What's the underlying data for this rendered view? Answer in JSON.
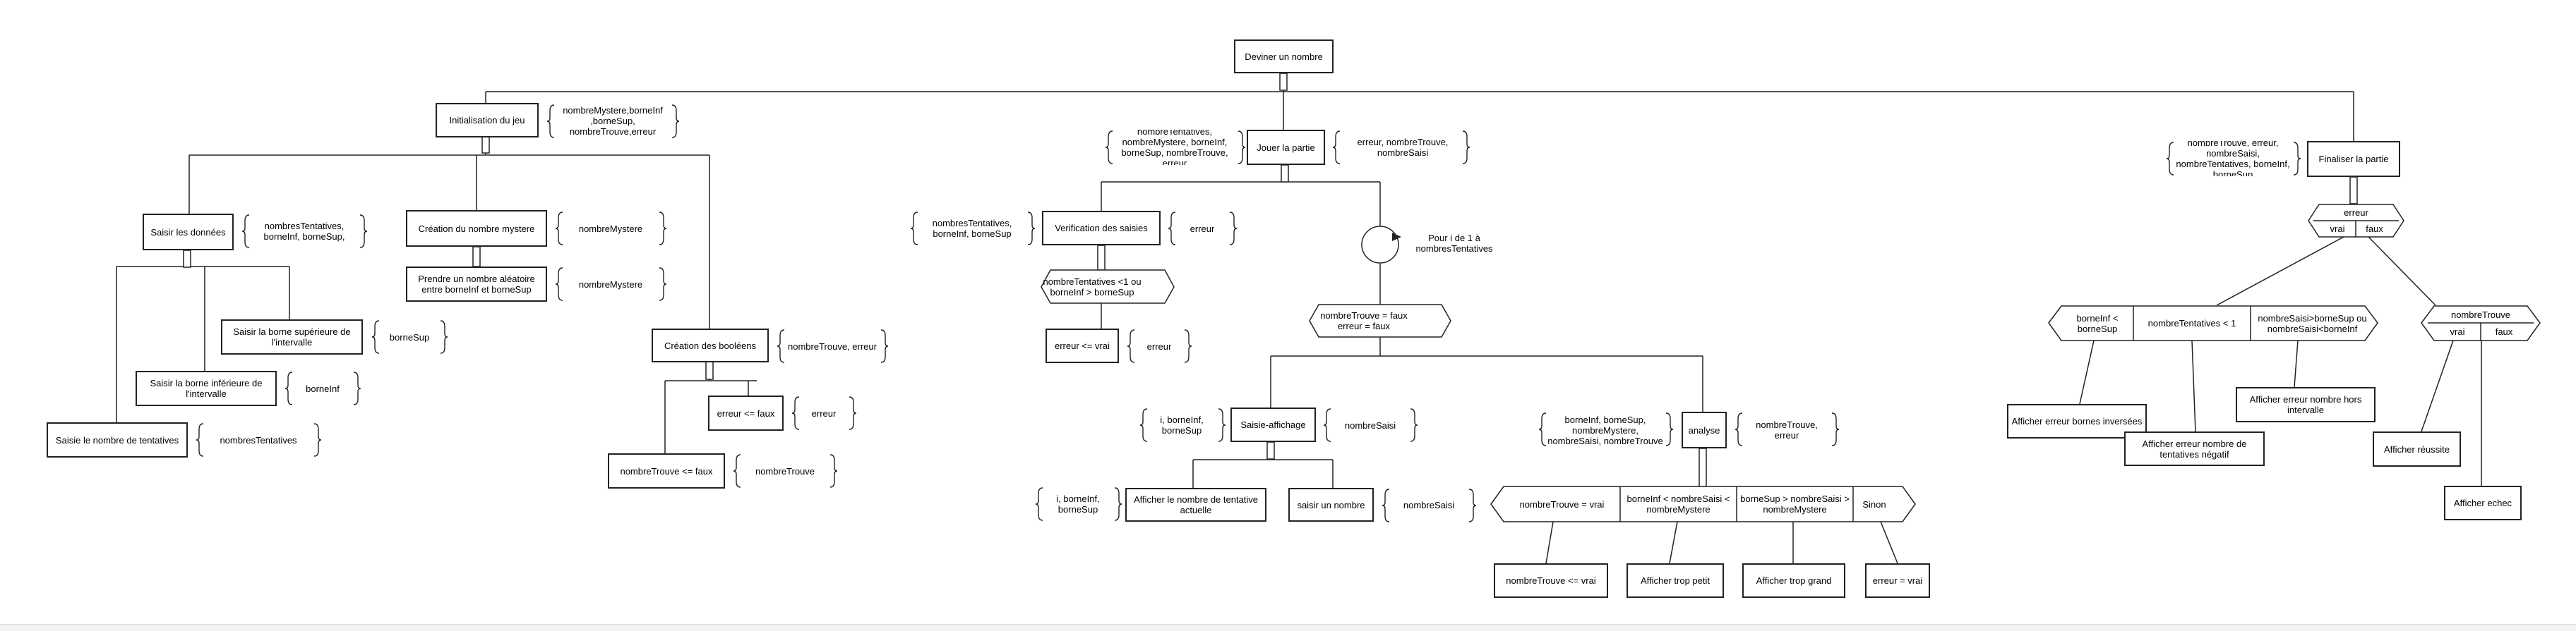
{
  "root": {
    "label": "Deviner un nombre"
  },
  "init": {
    "label": "Initialisation du jeu",
    "params": "nombreMystere,borneInf ,borneSup, nombreTrouve,erreur",
    "saisir_donnees": {
      "label": "Saisir les données",
      "params": "nombresTentatives, borneInf, borneSup,"
    },
    "saisir_sup": {
      "label": "Saisir la borne supérieure de l'intervalle",
      "params": "borneSup"
    },
    "saisir_inf": {
      "label": "Saisir la borne inférieure de l'intervalle",
      "params": "borneInf"
    },
    "saisir_tent": {
      "label": "Saisie le nombre de tentatives",
      "params": "nombresTentatives"
    },
    "creation_mystere": {
      "label": "Création du nombre mystere",
      "params": "nombreMystere"
    },
    "prendre_aleatoire": {
      "label": "Prendre un nombre aléatoire entre borneInf et borneSup",
      "params": "nombreMystere"
    },
    "creation_booleens": {
      "label": "Création des booléens",
      "params": "nombreTrouve, erreur"
    },
    "erreur_faux": {
      "label": "erreur <= faux",
      "params": "erreur"
    },
    "trouve_faux": {
      "label": "nombreTrouve <= faux",
      "params": "nombreTrouve"
    }
  },
  "jouer": {
    "label": "Jouer la partie",
    "params_in": "nombreTentatives, nombreMystere, borneInf, borneSup, nombreTrouve, erreur",
    "params_out": "erreur, nombreTrouve, nombreSaisi",
    "verification": {
      "label": "Verification des saisies",
      "params_in": "nombresTentatives, borneInf, borneSup",
      "params_out": "erreur"
    },
    "cond_verif": "nombreTentatives <1 ou borneInf > borneSup",
    "erreur_vrai": {
      "label": "erreur <= vrai",
      "params": "erreur"
    },
    "loop_label": "Pour i de 1 à nombresTentatives",
    "while_cond": "nombreTrouve = faux erreur = faux",
    "saisie_affichage": {
      "label": "Saisie-affichage",
      "params_in": "i, borneInf, borneSup",
      "params_out": "nombreSaisi"
    },
    "afficher_tentative": {
      "label": "Afficher le nombre de tentative actuelle",
      "params": "i, borneInf, borneSup"
    },
    "saisir_nombre": {
      "label": "saisir un nombre",
      "params": "nombreSaisi"
    },
    "analyse": {
      "label": "analyse",
      "params_in": "borneInf, borneSup, nombreMystere, nombreSaisi, nombreTrouve",
      "params_out": "nombreTrouve, erreur"
    },
    "cond_analyse": [
      "nombreTrouve = vrai",
      "borneInf < nombreSaisi < nombreMystere",
      "borneSup > nombreSaisi > nombreMystere",
      "Sinon"
    ],
    "res_trouve": "nombreTrouve <= vrai",
    "res_petit": "Afficher trop petit",
    "res_grand": "Afficher trop grand",
    "res_erreur": "erreur = vrai"
  },
  "finaliser": {
    "label": "Finaliser la partie",
    "params": "nombreTrouve, erreur, nombreSaisi, nombreTentatives, borneInf, borneSup",
    "cond_erreur": {
      "title": "erreur",
      "vrai": "vrai",
      "faux": "faux"
    },
    "cond_multi": [
      "borneInf < borneSup",
      "nombreTentatives < 1",
      "nombreSaisi>borneSup ou nombreSaisi<borneInf"
    ],
    "cond_trouve": {
      "title": "nombreTrouve",
      "vrai": "vrai",
      "faux": "faux"
    },
    "aff_bornes": "Afficher erreur bornes inversées",
    "aff_tentatives": "Afficher erreur nombre de tentatives négatif",
    "aff_hors": "Afficher erreur nombre hors intervalle",
    "aff_reussite": "Afficher réussite",
    "aff_echec": "Afficher echec"
  }
}
